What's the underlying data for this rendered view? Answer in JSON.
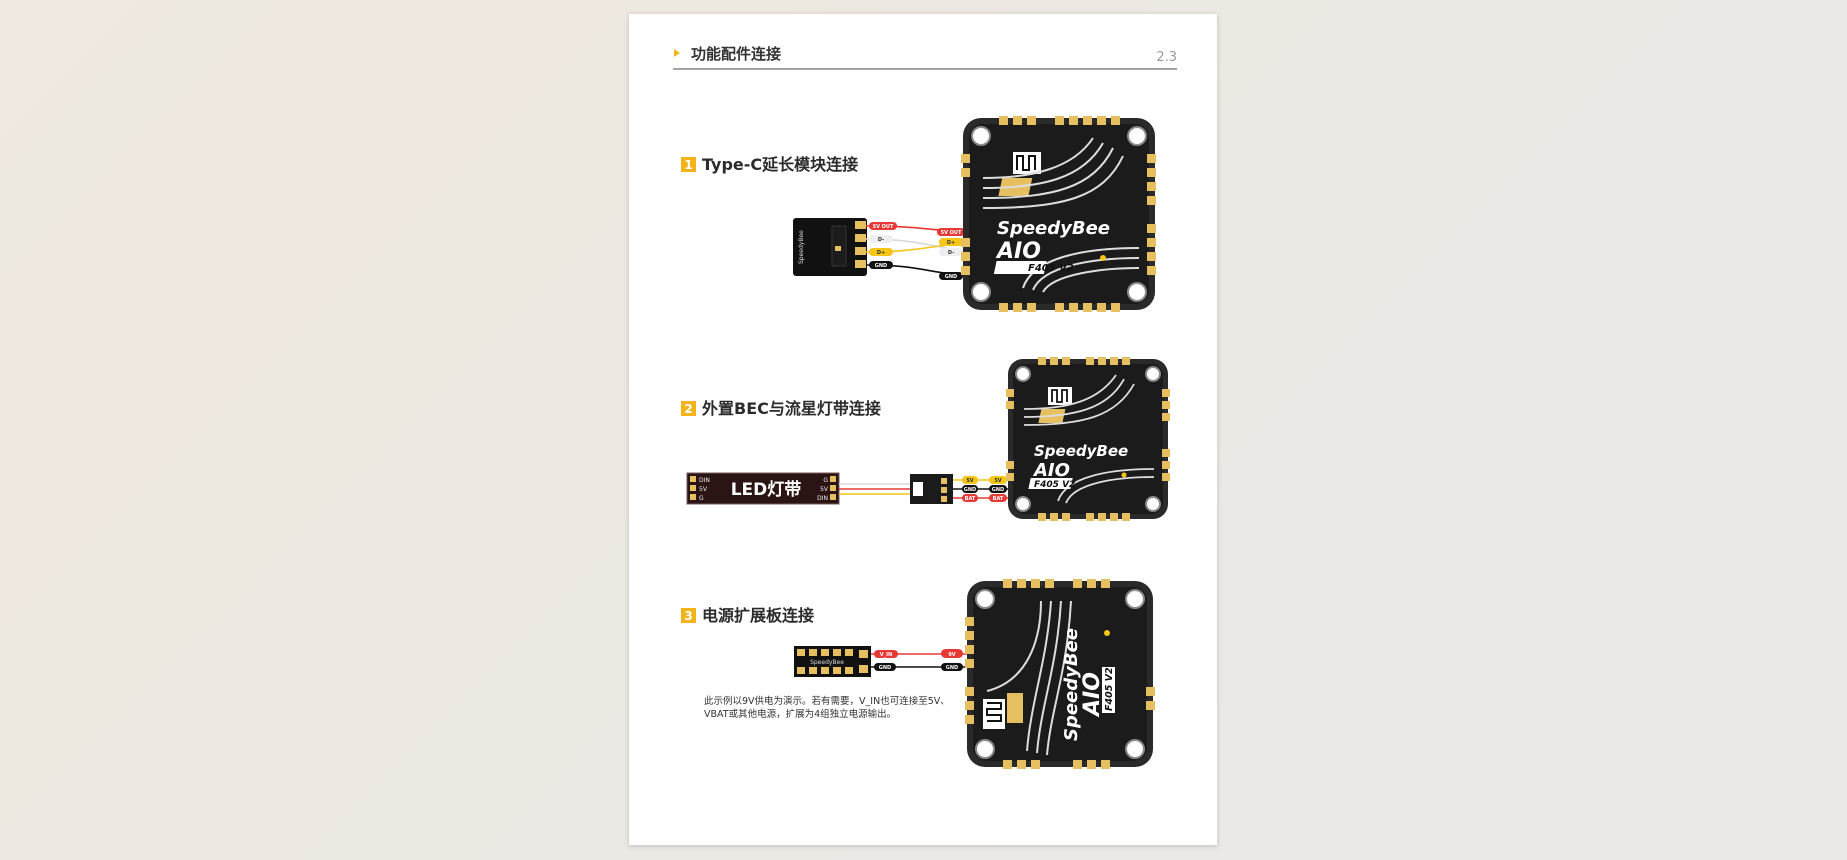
{
  "header": {
    "title": "功能配件连接",
    "page_number": "2.3"
  },
  "sections": [
    {
      "number": "1",
      "title": "Type-C延长模块连接",
      "wire_labels_left": [
        "5V OUT",
        "D-",
        "D+",
        "GND"
      ],
      "wire_labels_right": [
        "5V OUT",
        "D-",
        "D+",
        "GND"
      ],
      "module_brand": "SpeedyBee",
      "fc_brand": "SpeedyBee",
      "fc_model": "AIO",
      "fc_sub": "F405 V2"
    },
    {
      "number": "2",
      "title": "外置BEC与流星灯带连接",
      "led_label": "LED灯带",
      "led_pins_left": [
        "DIN",
        "5V",
        "G"
      ],
      "led_pins_right": [
        "G",
        "5V",
        "DIN"
      ],
      "wire_labels_left": [
        "5V",
        "GND",
        "BAT"
      ],
      "wire_labels_right": [
        "5V",
        "GND",
        "BAT"
      ],
      "fc_brand": "SpeedyBee",
      "fc_model": "AIO",
      "fc_sub": "F405 V2"
    },
    {
      "number": "3",
      "title": "电源扩展板连接",
      "wire_labels_left": [
        "V_IN",
        "GND"
      ],
      "wire_labels_right": [
        "9V",
        "GND"
      ],
      "board_brand": "SpeedyBee",
      "note_lines": [
        "此示例以9V供电为演示。若有需要，V_IN也可连接至5V、",
        "VBAT或其他电源，扩展为4组独立电源输出。"
      ],
      "fc_brand": "SpeedyBee",
      "fc_model": "AIO",
      "fc_sub": "F405 V2"
    }
  ],
  "colors": {
    "accent": "#f2b418",
    "board": "#1b1b1b",
    "pad": "#e6c060",
    "wire_red": "#e53935",
    "wire_yellow": "#f5c518",
    "wire_white": "#d9d9d9",
    "wire_black": "#111111"
  }
}
